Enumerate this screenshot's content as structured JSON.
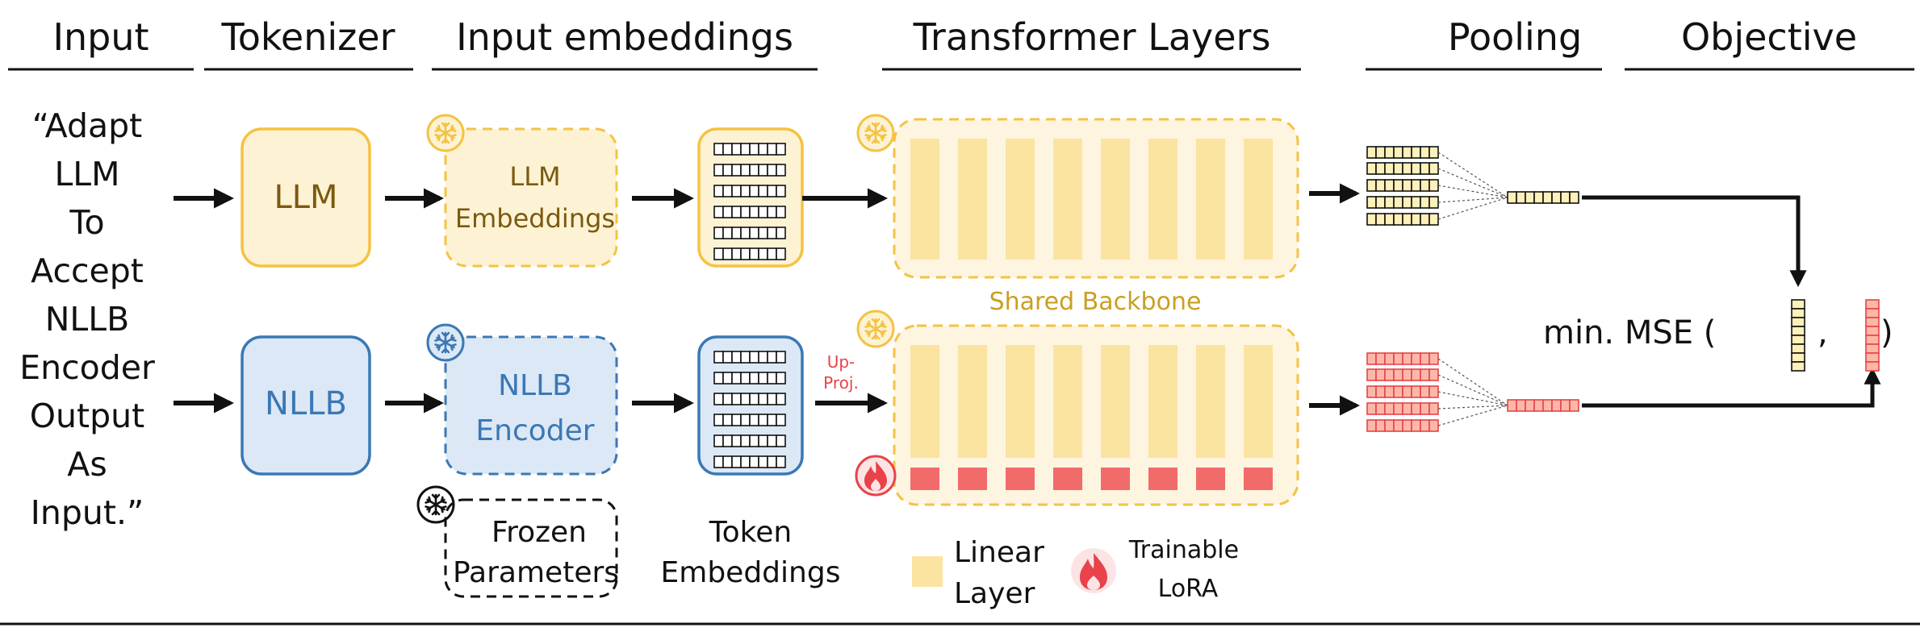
{
  "headers": {
    "input": "Input",
    "tokenizer": "Tokenizer",
    "input_embeddings": "Input embeddings",
    "transformer_layers": "Transformer Layers",
    "pooling": "Pooling",
    "objective": "Objective"
  },
  "input_text": {
    "lines": [
      "“Adapt",
      "LLM",
      "To",
      "Accept",
      "NLLB",
      "Encoder",
      "Output",
      "As",
      "Input.”"
    ]
  },
  "top_path": {
    "tokenizer": "LLM",
    "embeddings": [
      "LLM",
      "Embeddings"
    ]
  },
  "bottom_path": {
    "tokenizer": "NLLB",
    "embeddings": [
      "NLLB",
      "Encoder"
    ],
    "up_proj": [
      "Up-",
      "Proj."
    ]
  },
  "shared_backbone": "Shared Backbone",
  "objective": {
    "prefix": "min. MSE (",
    "separator": ",",
    "suffix": ")"
  },
  "legend": {
    "frozen": [
      "Frozen",
      "Parameters"
    ],
    "token_embeddings": [
      "Token",
      "Embeddings"
    ],
    "linear_layer": [
      "Linear",
      "Layer"
    ],
    "trainable_lora": [
      "Trainable",
      "LoRA"
    ]
  },
  "colors": {
    "llm_yellow": "#f5c242",
    "llm_fill": "#fdf3d4",
    "backbone_fill": "#fdf5e0",
    "layer_fill": "#fbe3a0",
    "nllb_blue": "#3a78b5",
    "nllb_fill": "#dce8f5",
    "lora_red": "#f26b6b",
    "up_proj_red": "#e8424a",
    "text_dark": "#111111",
    "llm_text": "#7a5a10",
    "backbone_text": "#c9a020"
  },
  "icons": [
    "snowflake-icon",
    "flame-icon",
    "arrow-icon"
  ]
}
